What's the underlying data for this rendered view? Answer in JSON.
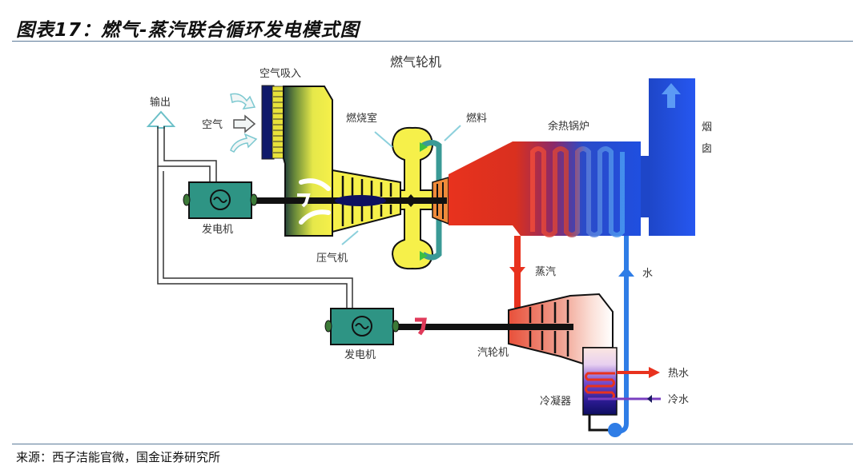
{
  "figure": {
    "title": "图表17：燃气-蒸汽联合循环发电模式图",
    "source": "来源：西子洁能官微，国金证券研究所"
  },
  "diagram": {
    "heading": "燃气轮机",
    "labels": {
      "air_intake": "空气吸入",
      "output": "输出",
      "air": "空气",
      "combustion_chamber": "燃烧室",
      "fuel": "燃料",
      "waste_heat_boiler": "余热锅炉",
      "chimney": [
        "烟",
        "囱"
      ],
      "generator_top": "发电机",
      "compressor": "压气机",
      "steam": "蒸汽",
      "water": "水",
      "generator_bottom": "发电机",
      "steam_turbine": "汽轮机",
      "hot_water": "热水",
      "cold_water": "冷水",
      "condenser": "冷凝器"
    },
    "colors": {
      "hot": "#e8321e",
      "cold": "#1f4fe0",
      "water_pipe": "#2f7de6",
      "generator": "#2e9484",
      "compressor": "#f6f04a",
      "fuel_pipe": "#3a9a96",
      "purple": "#7a3fc0"
    }
  }
}
